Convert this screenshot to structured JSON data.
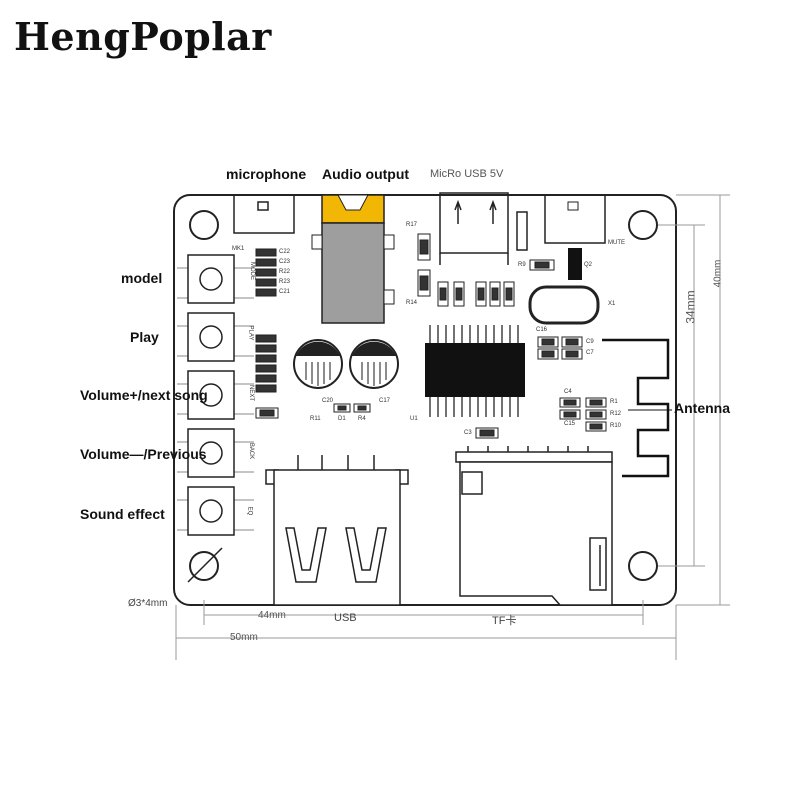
{
  "brand": "HengPoplar",
  "top_labels": {
    "microphone": "microphone",
    "audio_output": "Audio output",
    "micro_usb": "MicRo USB 5V"
  },
  "buttons": [
    {
      "label": "model",
      "silk": "MODE"
    },
    {
      "label": "Play",
      "silk": "PLAY"
    },
    {
      "label": "Volume+/next song",
      "silk": "NEXT"
    },
    {
      "label": "Volume—/Previous",
      "silk": "BACK"
    },
    {
      "label": "Sound effect",
      "silk": "EQ"
    }
  ],
  "antenna": "Antenna",
  "dimensions": {
    "hole": "Ø3*4mm",
    "inner_width": "44mm",
    "outer_width": "50mm",
    "inner_height": "34mm",
    "outer_height": "40mm"
  },
  "bottom_labels": {
    "usb": "USB",
    "tf": "TF卡"
  },
  "silkscreen": {
    "mk1": "MK1",
    "mute": "MUTE",
    "x1": "X1",
    "u1": "U1",
    "q2": "Q2",
    "r17": "R17",
    "r14": "R14",
    "r9": "R9",
    "c22": "C22",
    "c23": "C23",
    "r22": "R22",
    "r23": "R23",
    "c21": "C21",
    "c20": "C20",
    "c17": "C17",
    "r11": "R11",
    "d1": "D1",
    "r4": "R4",
    "c16": "C16",
    "c9": "C9",
    "c7": "C7",
    "c4": "C4",
    "r1": "R1",
    "r12": "R12",
    "c15": "C15",
    "r10": "R10",
    "c3": "C3"
  },
  "colors": {
    "jack_accent": "#f2b705",
    "outline": "#222222",
    "dim": "#9a9a9a"
  }
}
